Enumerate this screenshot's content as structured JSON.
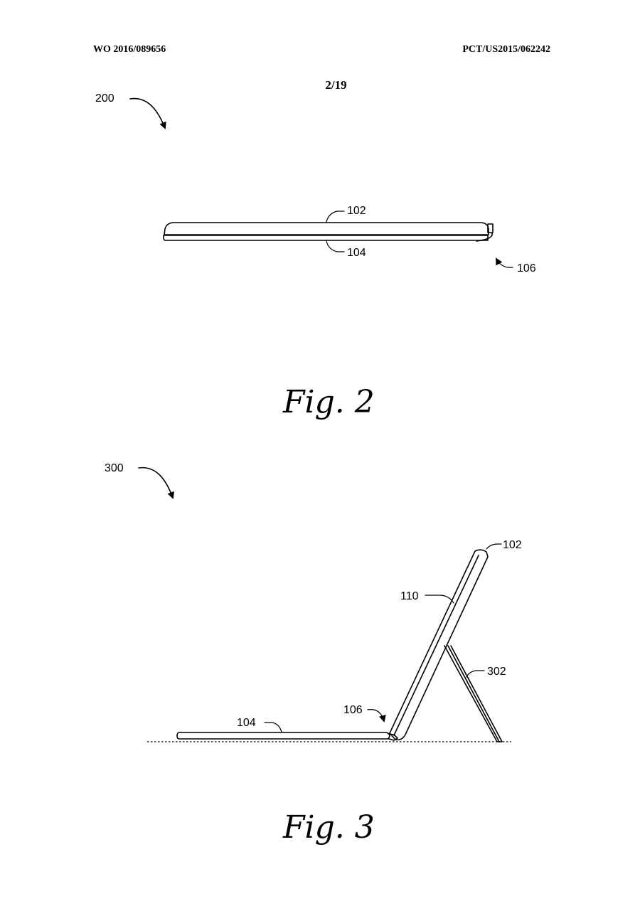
{
  "header": {
    "publication_number": "WO 2016/089656",
    "application_number": "PCT/US2015/062242",
    "sheet": "2/19"
  },
  "fig2": {
    "caption": "Fig. 2",
    "refs": {
      "figure": "200",
      "upper_part": "102",
      "lower_part": "104",
      "connection": "106"
    }
  },
  "fig3": {
    "caption": "Fig. 3",
    "refs": {
      "figure": "300",
      "display": "102",
      "front_surface": "110",
      "kickstand": "302",
      "connection": "106",
      "keyboard": "104"
    }
  }
}
